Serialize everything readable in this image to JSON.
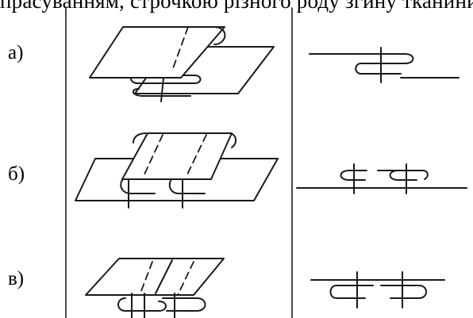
{
  "header": {
    "text": "прасуванням, строчкою різного роду згину тканини"
  },
  "rows": [
    {
      "label": "а)"
    },
    {
      "label": "б)"
    },
    {
      "label": "в)"
    }
  ],
  "colors": {
    "ink": "#1a1a1a",
    "paper": "#ffffff"
  }
}
